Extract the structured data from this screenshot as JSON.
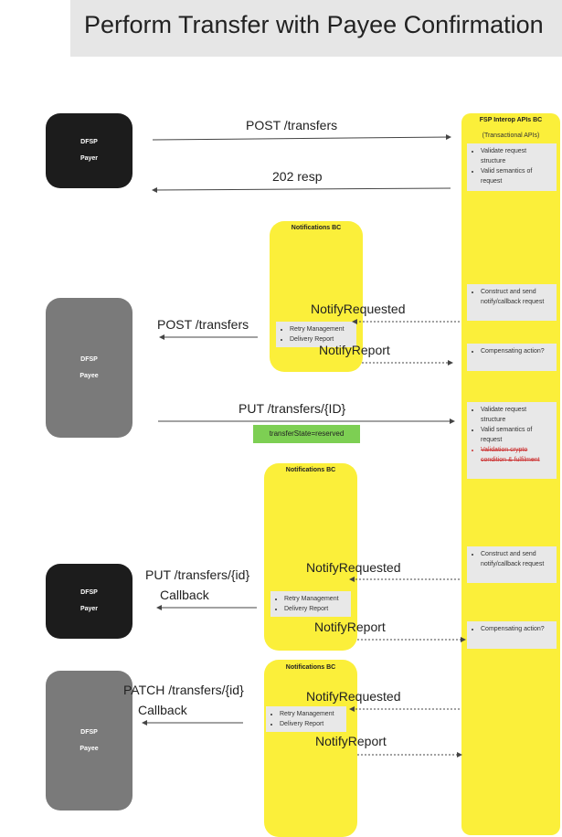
{
  "title": "Perform Transfer with Payee Confirmation",
  "actors": {
    "payer": {
      "line1": "DFSP",
      "line2": "Payer"
    },
    "payee1": {
      "line1": "DFSP",
      "line2": "Payee"
    },
    "payer2": {
      "line1": "DFSP",
      "line2": "Payer"
    },
    "payee2": {
      "line1": "DFSP",
      "line2": "Payee"
    }
  },
  "fsp": {
    "title": "FSP Interop APIs BC",
    "subtitle": "(Transactional APIs)",
    "notes": {
      "n1": [
        "Validate request structure",
        "Valid semantics of request"
      ],
      "n2": [
        "Construct and send notify/callback request"
      ],
      "n3": [
        "Compensating action?"
      ],
      "n4": [
        "Validate request structure",
        "Valid semantics of request"
      ],
      "n4_strike": "Validation crypto condition & fulfilment",
      "n5": [
        "Construct and send notify/callback request"
      ],
      "n6": [
        "Compensating action?"
      ]
    }
  },
  "notif": {
    "b1": {
      "title": "Notifications BC",
      "items": [
        "Retry Management",
        "Delivery Report"
      ]
    },
    "b2": {
      "title": "Notifications BC",
      "items": [
        "Retry Management",
        "Delivery Report"
      ]
    },
    "b3": {
      "title": "Notifications BC",
      "items": [
        "Retry Management",
        "Delivery Report"
      ]
    }
  },
  "labels": {
    "post_transfers": "POST /transfers",
    "resp_202": "202 resp",
    "notify_requested_1": "NotifyRequested",
    "post_transfers_2": "POST /transfers",
    "notify_report_1": "NotifyReport",
    "put_transfers": "PUT /transfers/{ID}",
    "transfer_state": "transferState=reserved",
    "notify_requested_2": "NotifyRequested",
    "put_callback_line1": "PUT /transfers/{id}",
    "put_callback_line2": "Callback",
    "notify_report_2": "NotifyReport",
    "patch_line1": "PATCH /transfers/{id}",
    "patch_line2": "Callback",
    "notify_requested_3": "NotifyRequested",
    "notify_report_3": "NotifyReport"
  },
  "colors": {
    "yellow": "#fbef3a",
    "dark": "#1c1c1c",
    "gray": "#7a7a7a",
    "green": "#7dcf53",
    "note": "#e8e8e8"
  }
}
